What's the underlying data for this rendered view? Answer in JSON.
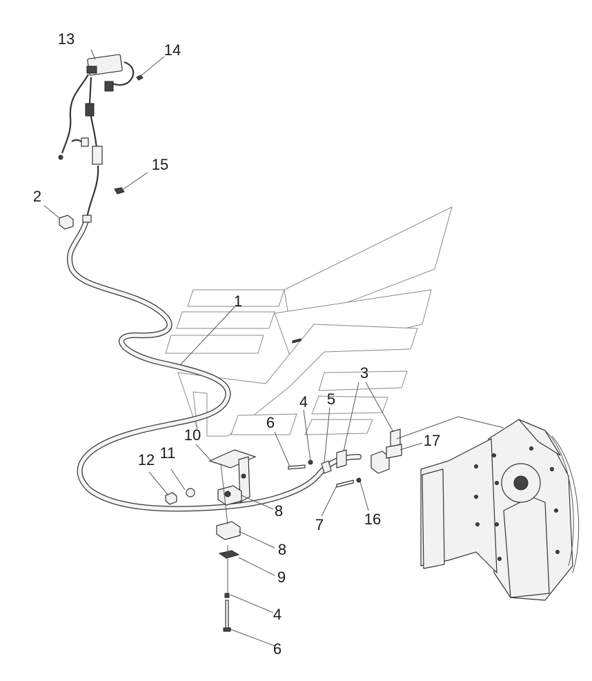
{
  "diagram": {
    "labels": {
      "p1": "1",
      "p2": "2",
      "p3": "3",
      "p4a": "4",
      "p4b": "4",
      "p5": "5",
      "p6a": "6",
      "p6b": "6",
      "p7": "7",
      "p8a": "8",
      "p8b": "8",
      "p9": "9",
      "p10": "10",
      "p11": "11",
      "p12": "12",
      "p13": "13",
      "p14": "14",
      "p15": "15",
      "p16": "16",
      "p17": "17"
    }
  }
}
